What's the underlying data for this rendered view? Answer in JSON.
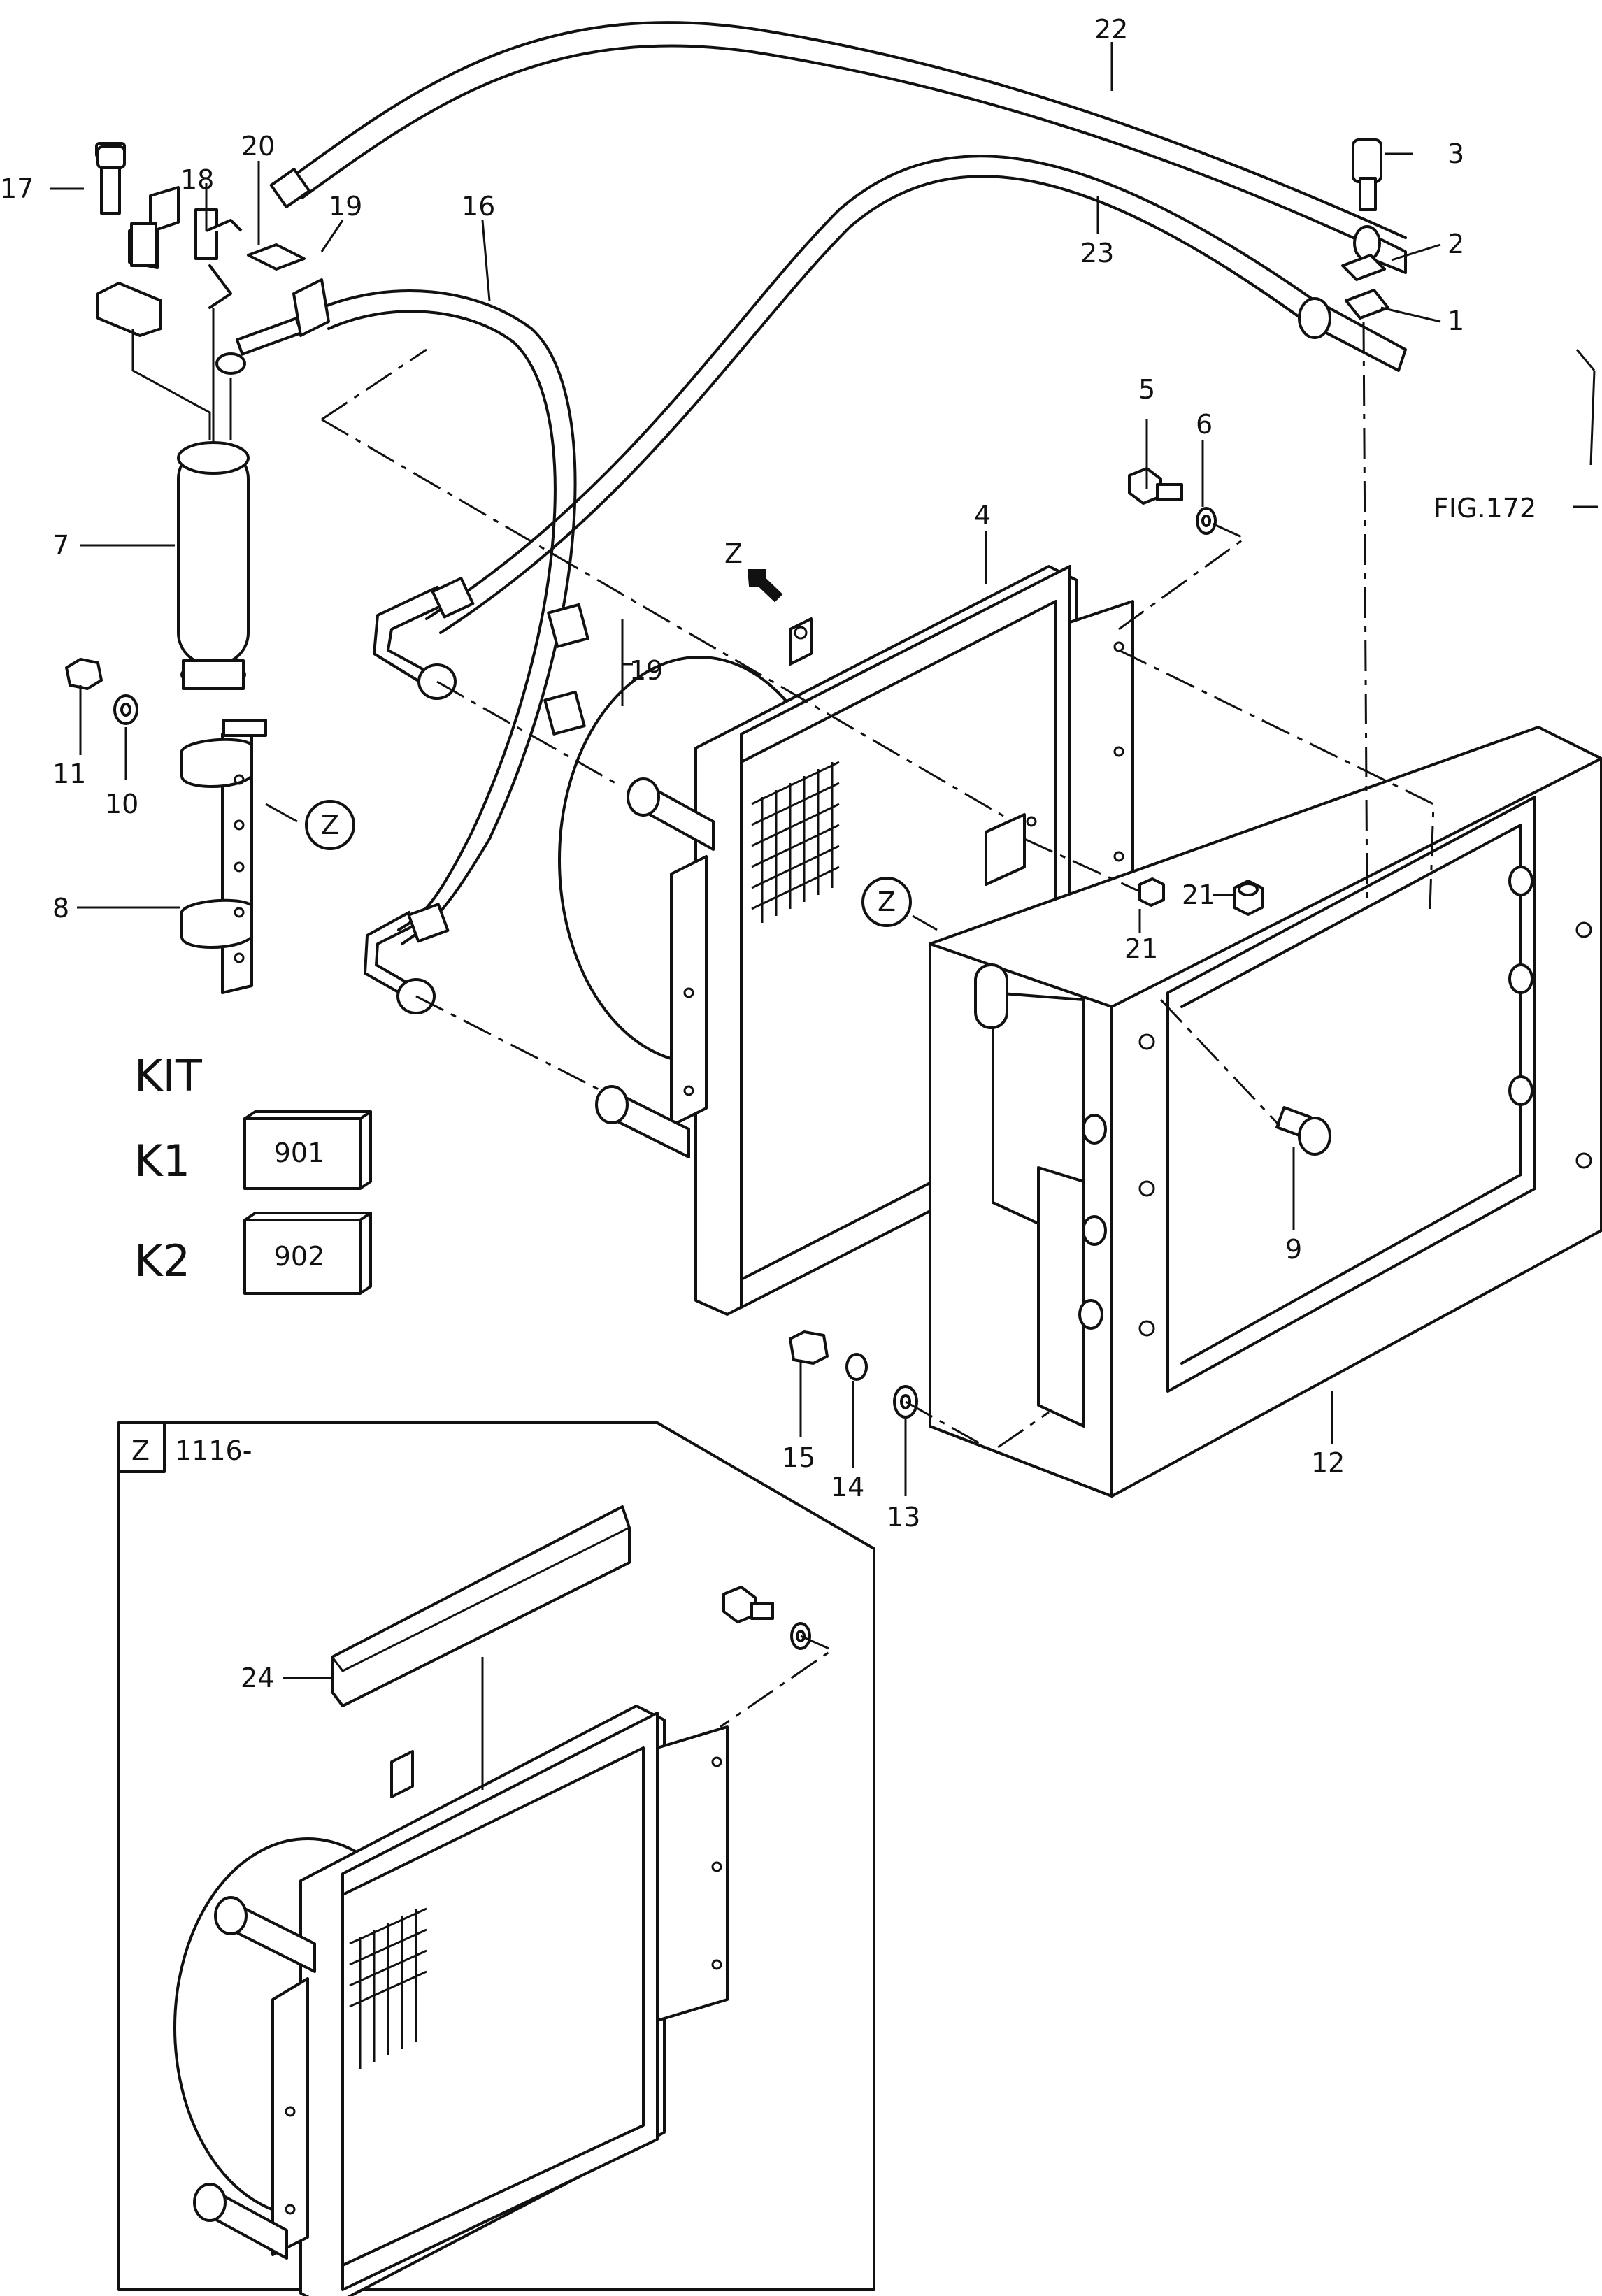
{
  "callouts": {
    "c1": "1",
    "c2": "2",
    "c3": "3",
    "c4": "4",
    "c5": "5",
    "c6": "6",
    "c7": "7",
    "c8": "8",
    "c9": "9",
    "c10": "10",
    "c11": "11",
    "c12": "12",
    "c13": "13",
    "c14": "14",
    "c15": "15",
    "c16": "16",
    "c17": "17",
    "c18": "18",
    "c19a": "19",
    "c19b": "19",
    "c20": "20",
    "c21a": "21",
    "c21b": "21",
    "c22": "22",
    "c23": "23",
    "c24": "24"
  },
  "reference": "FIG.172",
  "view_markers": {
    "z_arrow": "Z",
    "z_circle_1": "Z",
    "z_circle_2": "Z"
  },
  "kit": {
    "heading": "KIT",
    "items": [
      {
        "label": "K1",
        "number": "901"
      },
      {
        "label": "K2",
        "number": "902"
      }
    ]
  },
  "detail": {
    "marker": "Z",
    "caption": "1116-"
  }
}
